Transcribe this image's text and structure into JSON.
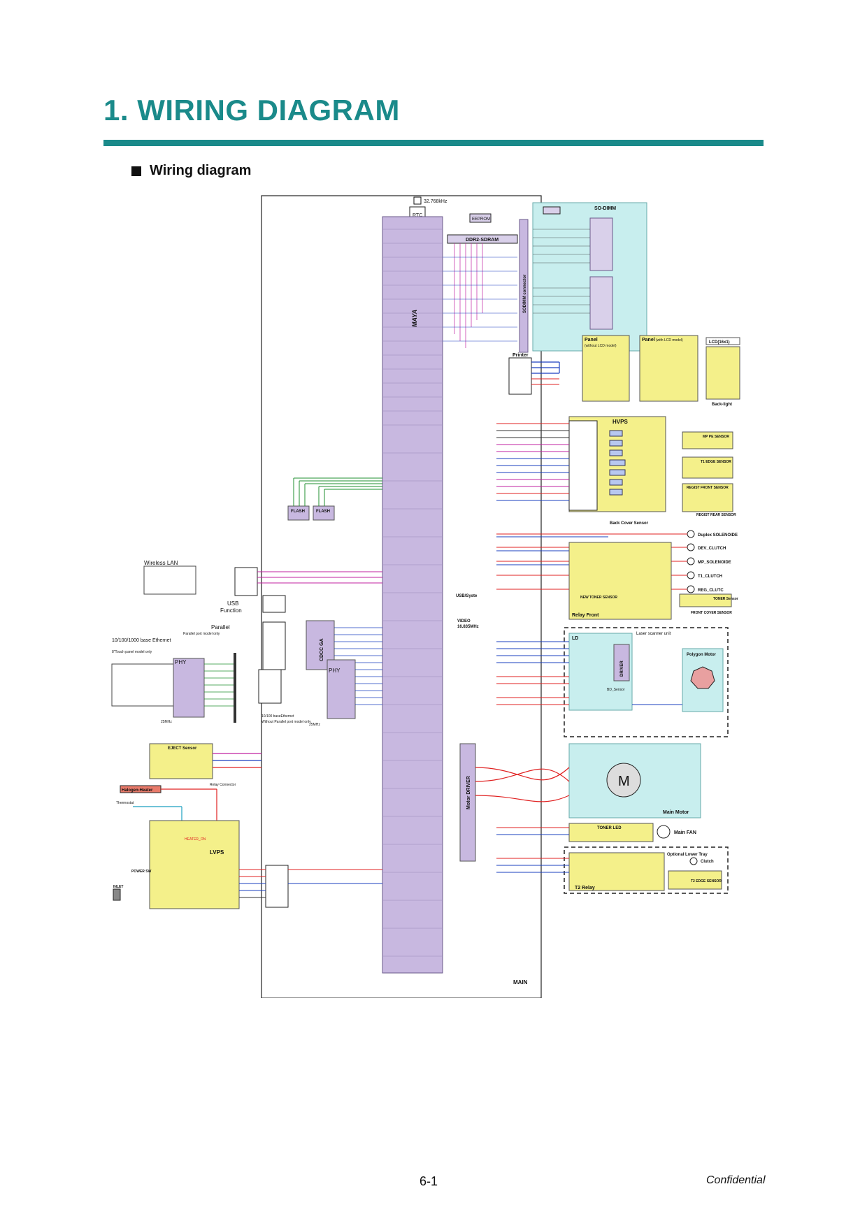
{
  "header": {
    "title": "1.   WIRING DIAGRAM",
    "section": "Wiring diagram"
  },
  "footer": {
    "page": "6-1",
    "confidential": "Confidential"
  },
  "diagram": {
    "crystal": "32.768kHz",
    "rtc": "RTC",
    "eeprom": "EEPROM",
    "so_dimm": "SO-DIMM",
    "ddr2": "DDR2-SDRAM",
    "sodimm_connector": "SODIMM connector",
    "maya": "MAYA",
    "main": "MAIN",
    "lcd": "LCD(16x1)",
    "panel_a": "Panel",
    "panel_a_note": "(without LCD model)",
    "panel_b": "Panel",
    "panel_b_note": "(with LCD model)",
    "back_light": "Back-light",
    "printer": "Printer",
    "hvps": "HVPS",
    "mp_pe_sensor": "MP PE SENSOR",
    "t1_edge_sensor": "T1 EDGE SENSOR",
    "regist_front_sensor": "REGIST FRONT SENSOR",
    "regist_rear_sensor": "REGIST REAR SENSOR",
    "flash1": "FLASH",
    "flash2": "FLASH",
    "back_cover_sensor": "Back Cover Sensor",
    "duplex_solenoide": "Duplex SOLENOIDE",
    "dev_clutch": "DEV_CLUTCH",
    "mp_solenoide": "MP_SOLENOIDE",
    "t1_clutch": "T1_CLUTCH",
    "reg_clutc": "REG_CLUTC",
    "wireless_lan": "Wireless LAN",
    "usb_function": "USB\nFunction",
    "usb_system": "USB/Syste",
    "new_toner_sensor": "NEW TONER SENSOR",
    "toner_sensor": "TONER Sensor",
    "front_cover_sensor": "FRONT COVER SENSOR",
    "relay_front": "Relay Front",
    "video": "VIDEO",
    "video_freq": "16.835MHz",
    "parallel": "Parallel",
    "parallel_note": "Parallel port model only",
    "ethernet": "10/100/1000 base Ethernet",
    "ethernet_note": "8\"Touch panel model only",
    "phy1": "PHY",
    "phy2": "PHY",
    "cdcc": "CDCC GA",
    "eth_100": "10/100 baseEthernet",
    "eth_100_note": "Without Parallel port model only",
    "xtal_25a": "25MHz",
    "xtal_25b": "25MHz",
    "laser_scanner": "Laser scanner unit",
    "ld": "LD",
    "driver": "DRIVER",
    "bd_sensor": "BD_Sensor",
    "polygon_motor": "Polygon Motor",
    "eject_sensor": "EJECT Sensor",
    "halogen_heater": "Halogen-Heater",
    "thermostat": "Thermostat",
    "relay_connector": "Relay Connector",
    "lvps": "LVPS",
    "heater_on": "HEATER_ON",
    "power_sw": "POWER SW",
    "inlet": "INLET",
    "motor_driver": "Motor DRIVER",
    "main_motor": "Main Motor",
    "toner_led": "TONER LED",
    "main_fan": "Main FAN",
    "optional_lower_tray": "Optional Lower Tray",
    "t2_relay": "T2 Relay",
    "clutch": "Clutch",
    "t2_edge_sensor": "T2 EDGE SENSOR",
    "motor_m": "M",
    "colors": {
      "teal": "#1a8a8a",
      "maya": "#c8b8e0",
      "sensor_yellow": "#f4f08a",
      "sodimm_cyan": "#c8eeee",
      "ground_red": "#e02020",
      "bus_blue": "#1a3fbf",
      "signal_green": "#1f8f2f",
      "signal_magenta": "#c020a0"
    }
  }
}
